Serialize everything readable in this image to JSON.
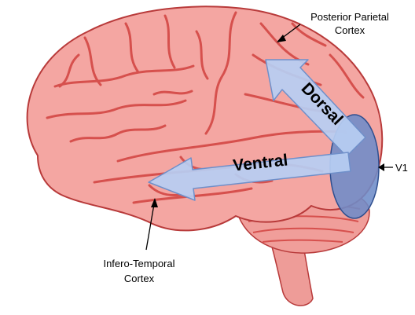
{
  "labels": {
    "posterior_parietal_line1": "Posterior Parietal",
    "posterior_parietal_line2": "Cortex",
    "v1": "V1",
    "infero_temporal_line1": "Infero-Temporal",
    "infero_temporal_line2": "Cortex",
    "dorsal": "Dorsal",
    "ventral": "Ventral"
  },
  "colors": {
    "brain_fill": "#f4a6a2",
    "brain_outline": "#b83a3a",
    "sulcus": "#d6504d",
    "cerebellum": "#f09e9a",
    "brainstem": "#ee9c98",
    "arrow_fill": "#b7cdf2",
    "arrow_stroke": "#6f8fc9",
    "v1_fill": "#6e8cc8",
    "v1_stroke": "#2f4f8f"
  }
}
